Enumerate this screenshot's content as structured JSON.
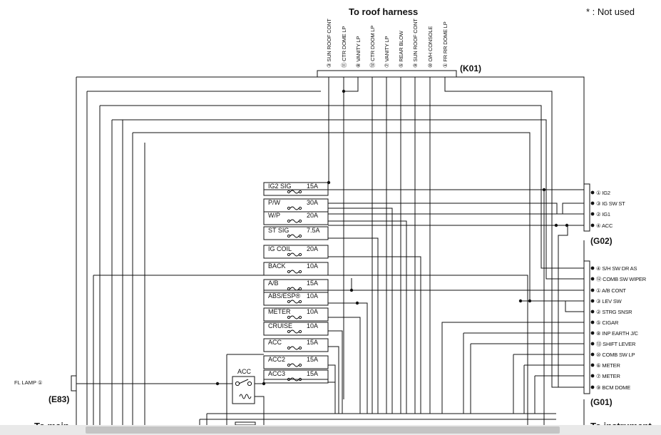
{
  "header": {
    "roof_title": "To roof harness",
    "legend_note": "* : Not used"
  },
  "connectors": {
    "k01": "(K01)",
    "g02": "(G02)",
    "g01": "(G01)",
    "e83": "(E83)"
  },
  "roof_pins": [
    "③ SUN ROOF CONT",
    "⑪ CTR DOME LP",
    "⑧ VANITY LP",
    "⑫ CTR DOOM LP",
    "⑦ VANITY LP",
    "⑤ REAR BLOW",
    "⑨ SUN ROOF CONT",
    "⑩ O/H CONSOLE",
    "① FR RR DOME LP"
  ],
  "g02_pins": [
    "① IG2",
    "③ IG SW ST",
    "② IG1",
    "④ ACC"
  ],
  "g01_pins": [
    "④ S/H SW DR AS",
    "⑫ COMB SW WIPER",
    "① A/B CONT",
    "③ LEV SW",
    "② STRG SNSR",
    "⑤ CIGAR",
    "⑧ INP EARTH J/C",
    "⑬ SHIFT LEVER",
    "⑩ COMB SW LP",
    "⑥ METER",
    "⑦ METER",
    "⑨ BCM DOME"
  ],
  "fuses": [
    {
      "name": "IG2 SIG",
      "amp": "15A"
    },
    {
      "name": "P/W",
      "amp": "30A"
    },
    {
      "name": "W/P",
      "amp": "20A"
    },
    {
      "name": "ST SIG",
      "amp": "7.5A"
    },
    {
      "name": "IG COIL",
      "amp": "20A"
    },
    {
      "name": "BACK",
      "amp": "10A"
    },
    {
      "name": "A/B",
      "amp": "15A"
    },
    {
      "name": "ABS/ESP®",
      "amp": "10A"
    },
    {
      "name": "METER",
      "amp": "10A"
    },
    {
      "name": "CRUISE",
      "amp": "10A"
    },
    {
      "name": "ACC",
      "amp": "15A"
    },
    {
      "name": "ACC2",
      "amp": "15A"
    },
    {
      "name": "ACC3",
      "amp": "15A"
    }
  ],
  "relay": {
    "label": "ACC"
  },
  "fl_lamp": "FL LAMP ①",
  "bottom_left": "To main",
  "bottom_right": "To instrument"
}
